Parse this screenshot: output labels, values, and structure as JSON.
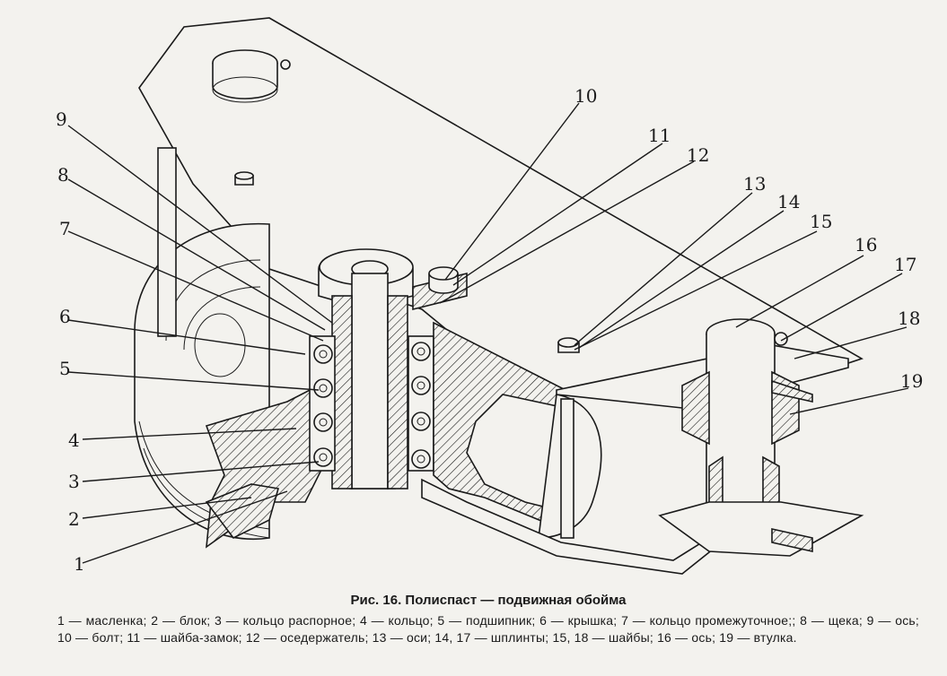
{
  "labels": [
    {
      "num": "1"
    },
    {
      "num": "2"
    },
    {
      "num": "3"
    },
    {
      "num": "4"
    },
    {
      "num": "5"
    },
    {
      "num": "6"
    },
    {
      "num": "7"
    },
    {
      "num": "8"
    },
    {
      "num": "9"
    },
    {
      "num": "10"
    },
    {
      "num": "11"
    },
    {
      "num": "12"
    },
    {
      "num": "13"
    },
    {
      "num": "14"
    },
    {
      "num": "15"
    },
    {
      "num": "16"
    },
    {
      "num": "17"
    },
    {
      "num": "18"
    },
    {
      "num": "19"
    }
  ],
  "caption": {
    "title": "Рис. 16. Полиспаст — подвижная обойма",
    "text": "1 — масленка; 2 — блок; 3 — кольцо распорное; 4 — кольцо; 5 — подшипник; 6 — крышка; 7 — кольцо промежуточное;; 8 — щека; 9 — ось; 10 — болт; 11 — шайба-замок; 12 — оседержатель; 13 — оси; 14, 17 — шплинты; 15, 18 — шайбы; 16 — ось; 19 — втулка."
  }
}
